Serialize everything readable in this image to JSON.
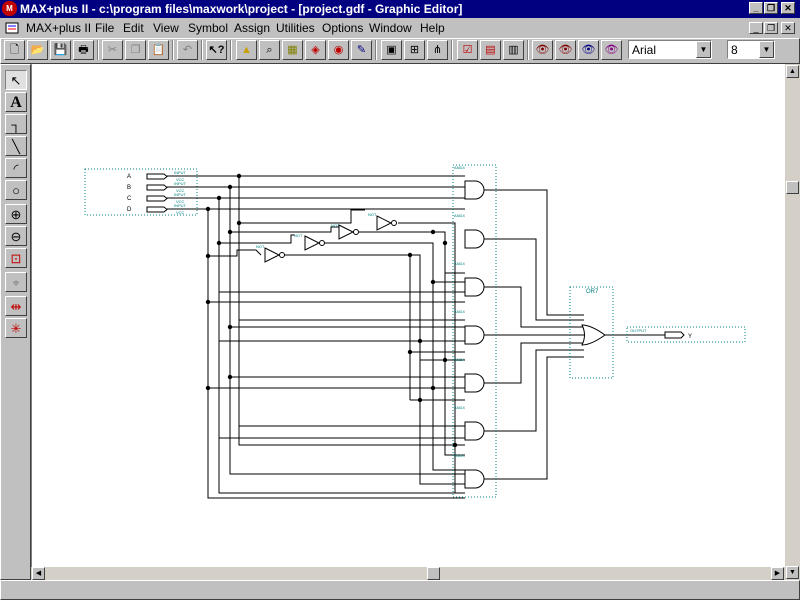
{
  "window": {
    "title": "MAX+plus II - c:\\program files\\maxwork\\project - [project.gdf - Graphic Editor]",
    "app_icon": "max-plus-ii-logo",
    "controls": [
      "_",
      "❐",
      "✕"
    ]
  },
  "menu": {
    "app_label": "MAX+plus II",
    "items": [
      "File",
      "Edit",
      "View",
      "Symbol",
      "Assign",
      "Utilities",
      "Options",
      "Window",
      "Help"
    ],
    "doc_controls": [
      "_",
      "❐",
      "✕"
    ]
  },
  "toolbar": {
    "font_name": "Arial",
    "font_size": "8",
    "icons": [
      "new-icon",
      "open-icon",
      "save-icon",
      "print-icon",
      "cut-icon",
      "copy-icon",
      "paste-icon",
      "undo-icon",
      "help-pointer-icon",
      "hierarchy-up-icon",
      "find-icon",
      "compile-icon",
      "simulate-icon",
      "timing-icon",
      "programmer-icon",
      "floorplan-icon",
      "symbol-icon",
      "include-icon",
      "project-save-icon",
      "project-check-icon",
      "project-compile-icon",
      "waveform-icon",
      "eye-a-icon",
      "eye-ba-icon",
      "eye-line-icon",
      "eye-lines-icon"
    ]
  },
  "palette": {
    "tools": [
      "select-arrow-icon",
      "text-tool-icon",
      "orthogonal-line-icon",
      "diagonal-line-icon",
      "arc-tool-icon",
      "circle-tool-icon",
      "zoom-in-icon",
      "zoom-out-icon",
      "fit-window-icon",
      "snap-grid-icon",
      "rubberband-on-icon",
      "rubberband-off-icon"
    ]
  },
  "schematic": {
    "inputs": [
      {
        "pin": "A",
        "tag": "INPUT",
        "vcc": "VCC"
      },
      {
        "pin": "B",
        "tag": "INPUT",
        "vcc": "VCC"
      },
      {
        "pin": "C",
        "tag": "INPUT",
        "vcc": "VCC"
      },
      {
        "pin": "D",
        "tag": "INPUT",
        "vcc": "VCC"
      }
    ],
    "not_gates": [
      "NOT",
      "NOT",
      "NOT",
      "NOT"
    ],
    "and_gates": [
      "AND4",
      "AND4",
      "AND4",
      "AND4",
      "AND4",
      "AND4",
      "AND4"
    ],
    "or_gate": "OR7",
    "output": {
      "tag": "OUTPUT",
      "pin": "Y"
    }
  }
}
